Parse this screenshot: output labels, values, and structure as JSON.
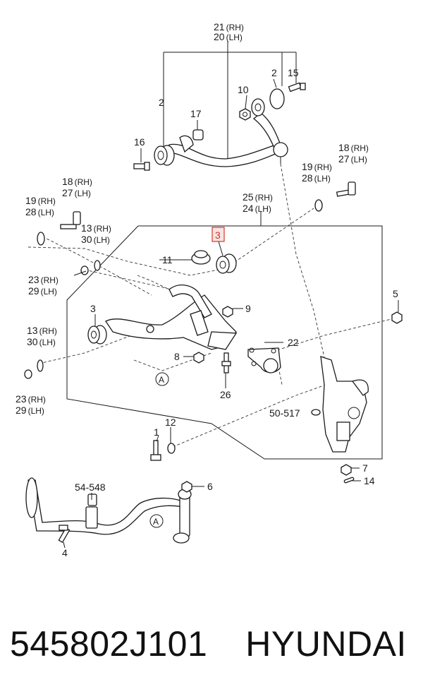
{
  "callouts": {
    "c21": "21",
    "c20": "20",
    "rh": "(RH)",
    "lh": "(LH)",
    "c2": "2",
    "c15": "15",
    "c10": "10",
    "c17": "17",
    "c16": "16",
    "c18": "18",
    "c27": "27",
    "c19": "19",
    "c28": "28",
    "c25": "25",
    "c24": "24",
    "c13": "13",
    "c30": "30",
    "c3": "3",
    "c11": "11",
    "c23": "23",
    "c29": "29",
    "c9": "9",
    "c5": "5",
    "c22": "22",
    "c8": "8",
    "a": "A",
    "c26": "26",
    "c50": "50-517",
    "c1": "1",
    "c12": "12",
    "c7": "7",
    "c14": "14",
    "c54": "54-548",
    "c6": "6",
    "c4": "4"
  },
  "caption": {
    "part_number": "545802J101",
    "brand": "HYUNDAI"
  }
}
